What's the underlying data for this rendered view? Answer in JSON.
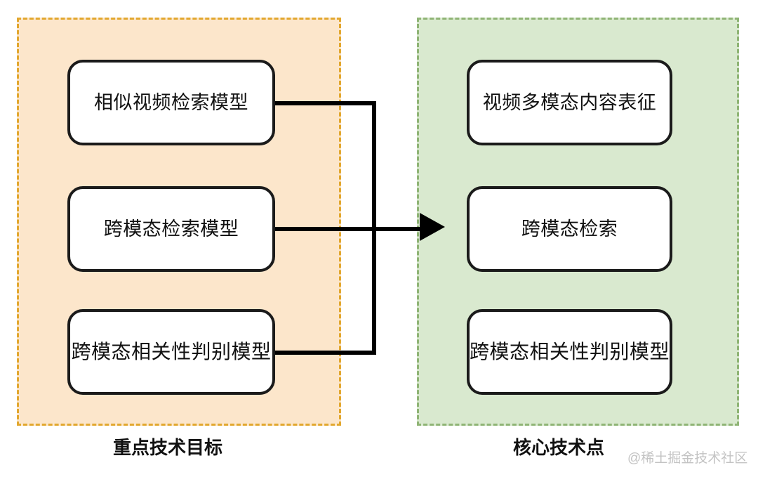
{
  "diagram": {
    "groups": [
      {
        "id": "left",
        "caption": "重点技术目标",
        "fill": "#fce6cb",
        "border_color": "#e2a72e",
        "nodes": [
          {
            "label": "相似视频检索模型"
          },
          {
            "label": "跨模态检索模型"
          },
          {
            "label": "跨模态相关性判别模型"
          }
        ]
      },
      {
        "id": "right",
        "caption": "核心技术点",
        "fill": "#d9e9cf",
        "border_color": "#8fb475",
        "nodes": [
          {
            "label": "视频多模态内容表征"
          },
          {
            "label": "跨模态检索"
          },
          {
            "label": "跨模态相关性判别模型"
          }
        ]
      }
    ],
    "connector": {
      "color": "#000000",
      "arrow_direction": "right"
    },
    "watermark": "@稀土掘金技术社区"
  }
}
